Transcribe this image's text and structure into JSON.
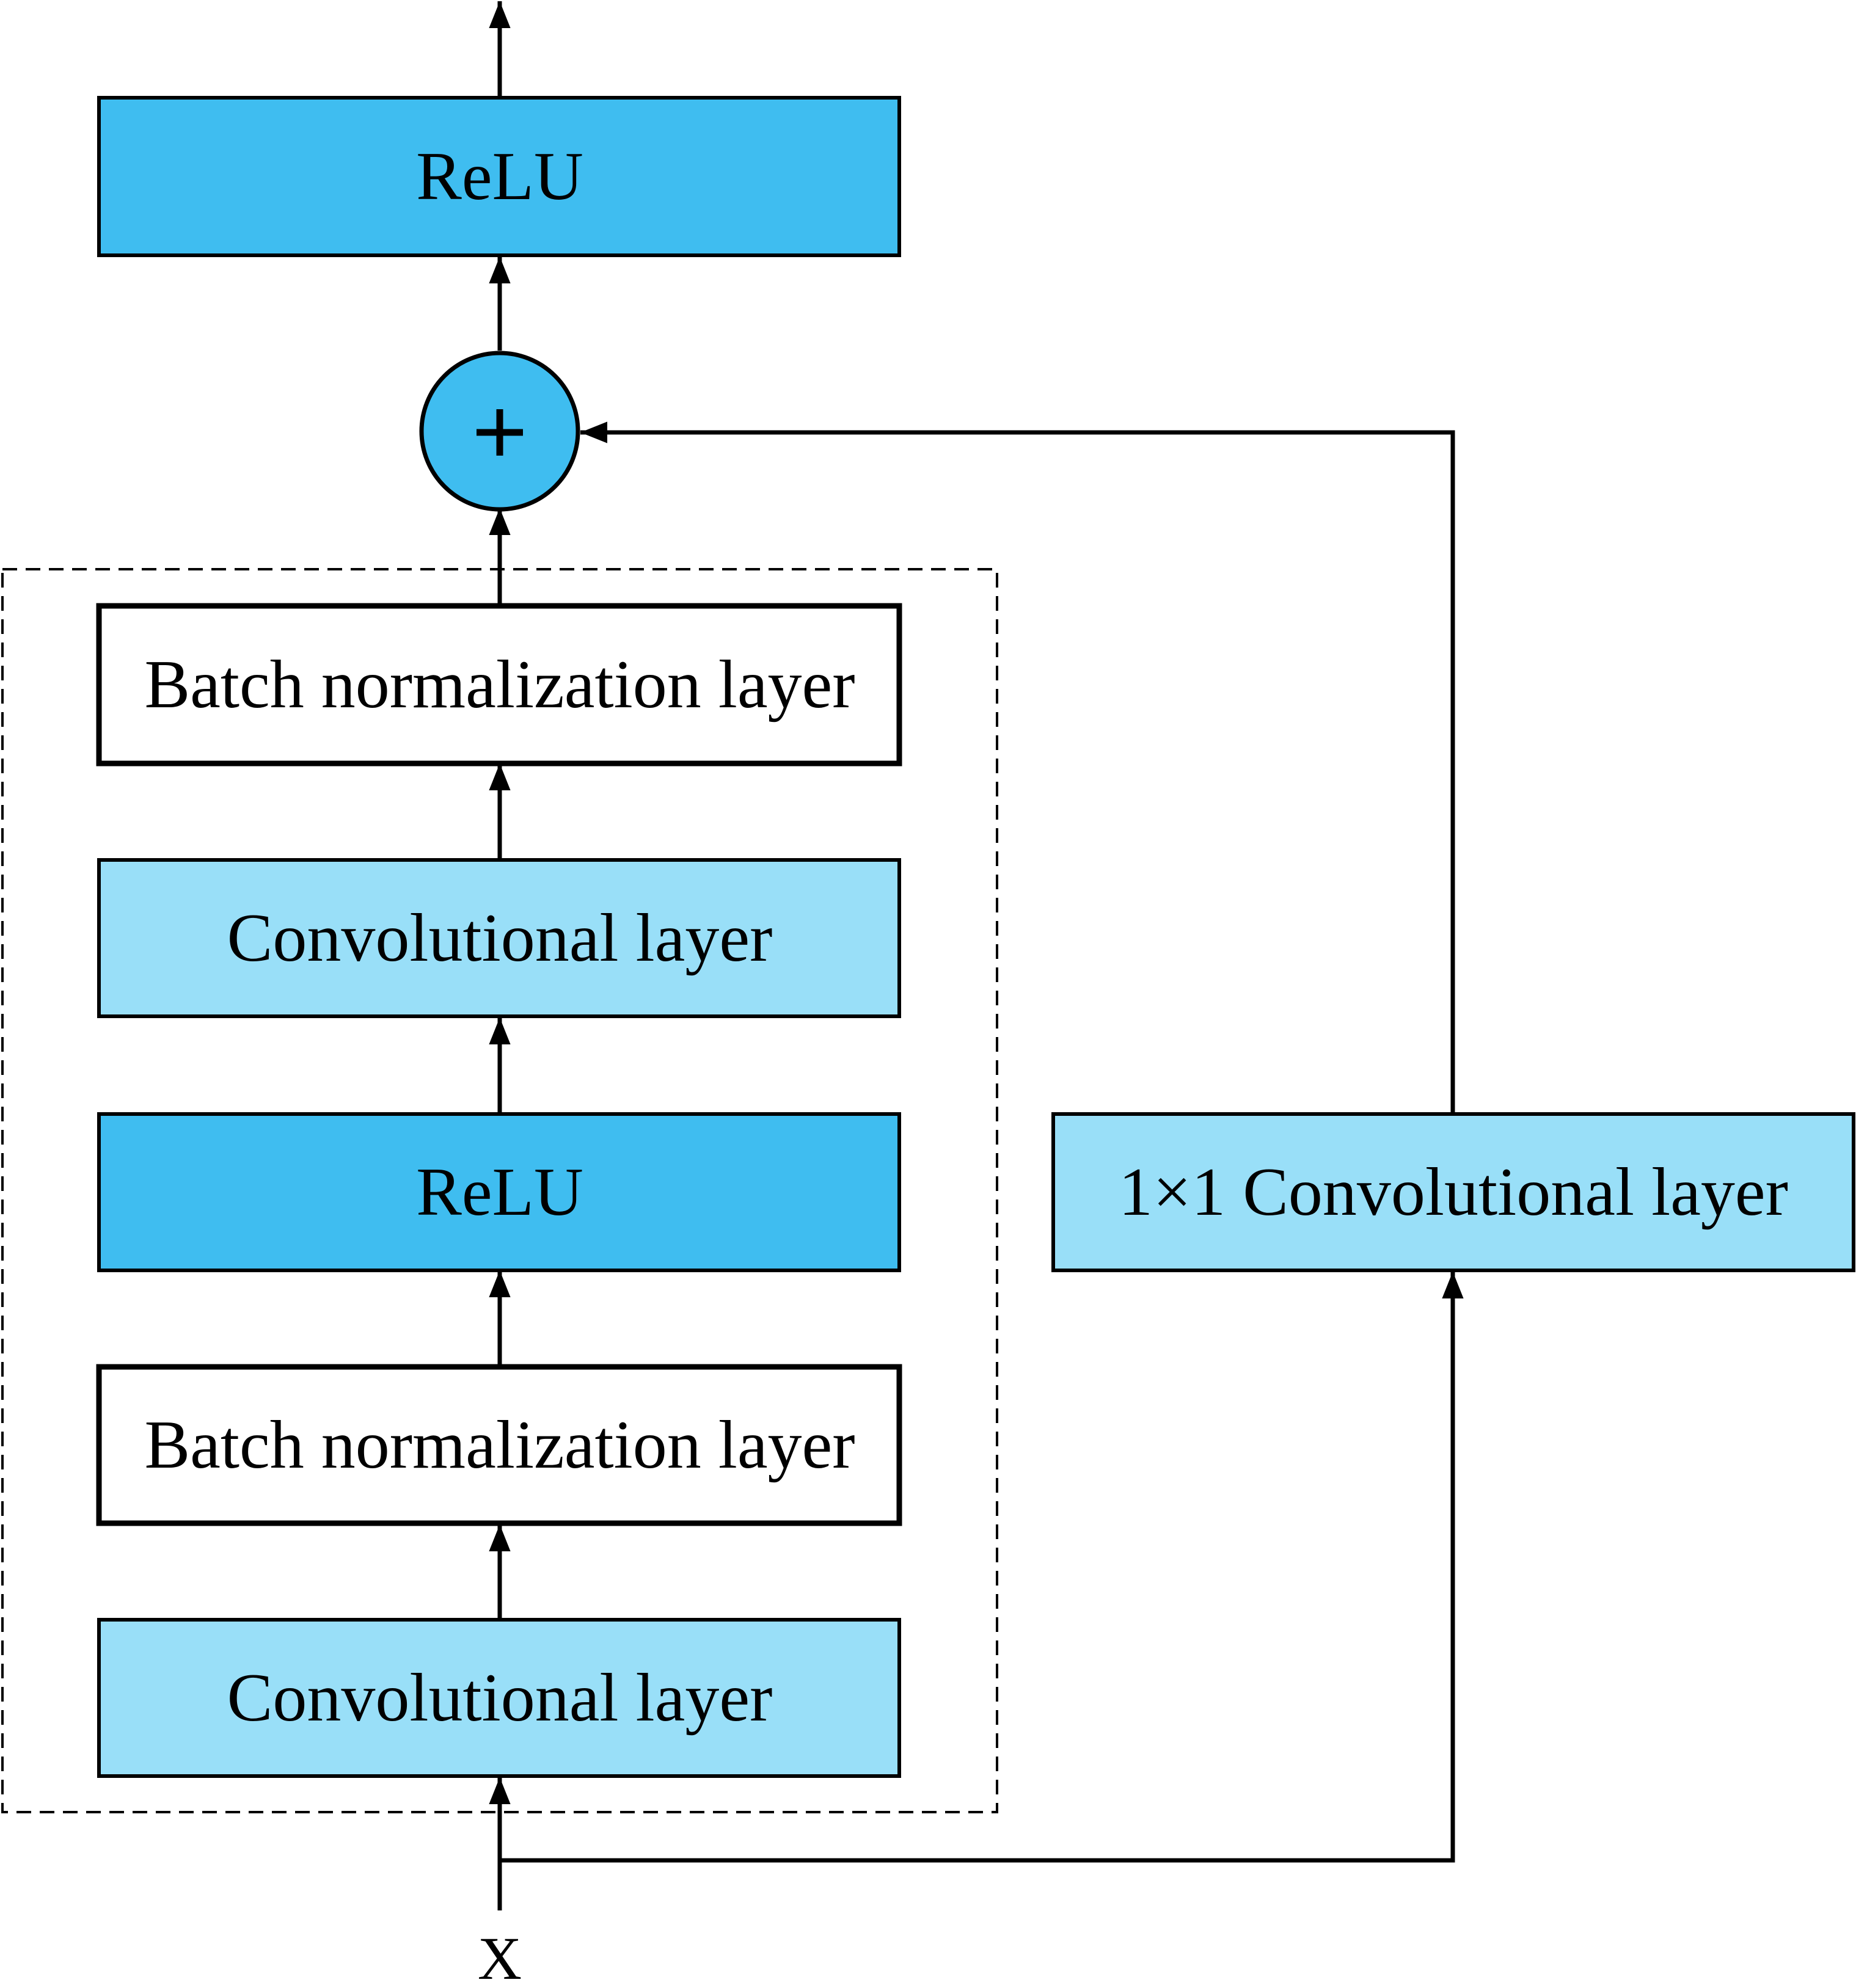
{
  "colors": {
    "relu_fill": "#3fbdf0",
    "conv_fill": "#99dff8",
    "bn_fill": "#ffffff",
    "adder_fill": "#3fbdf0",
    "stroke": "#000000"
  },
  "blocks": {
    "relu_top": {
      "label": "ReLU"
    },
    "bn_2": {
      "label": "Batch normalization layer"
    },
    "conv_2": {
      "label": "Convolutional layer"
    },
    "relu_mid": {
      "label": "ReLU"
    },
    "bn_1": {
      "label": "Batch normalization layer"
    },
    "conv_1": {
      "label": "Convolutional layer"
    },
    "shortcut_conv": {
      "label": "1×1 Convolutional layer"
    }
  },
  "adder": {
    "symbol": "+"
  },
  "input": {
    "label": "X"
  }
}
